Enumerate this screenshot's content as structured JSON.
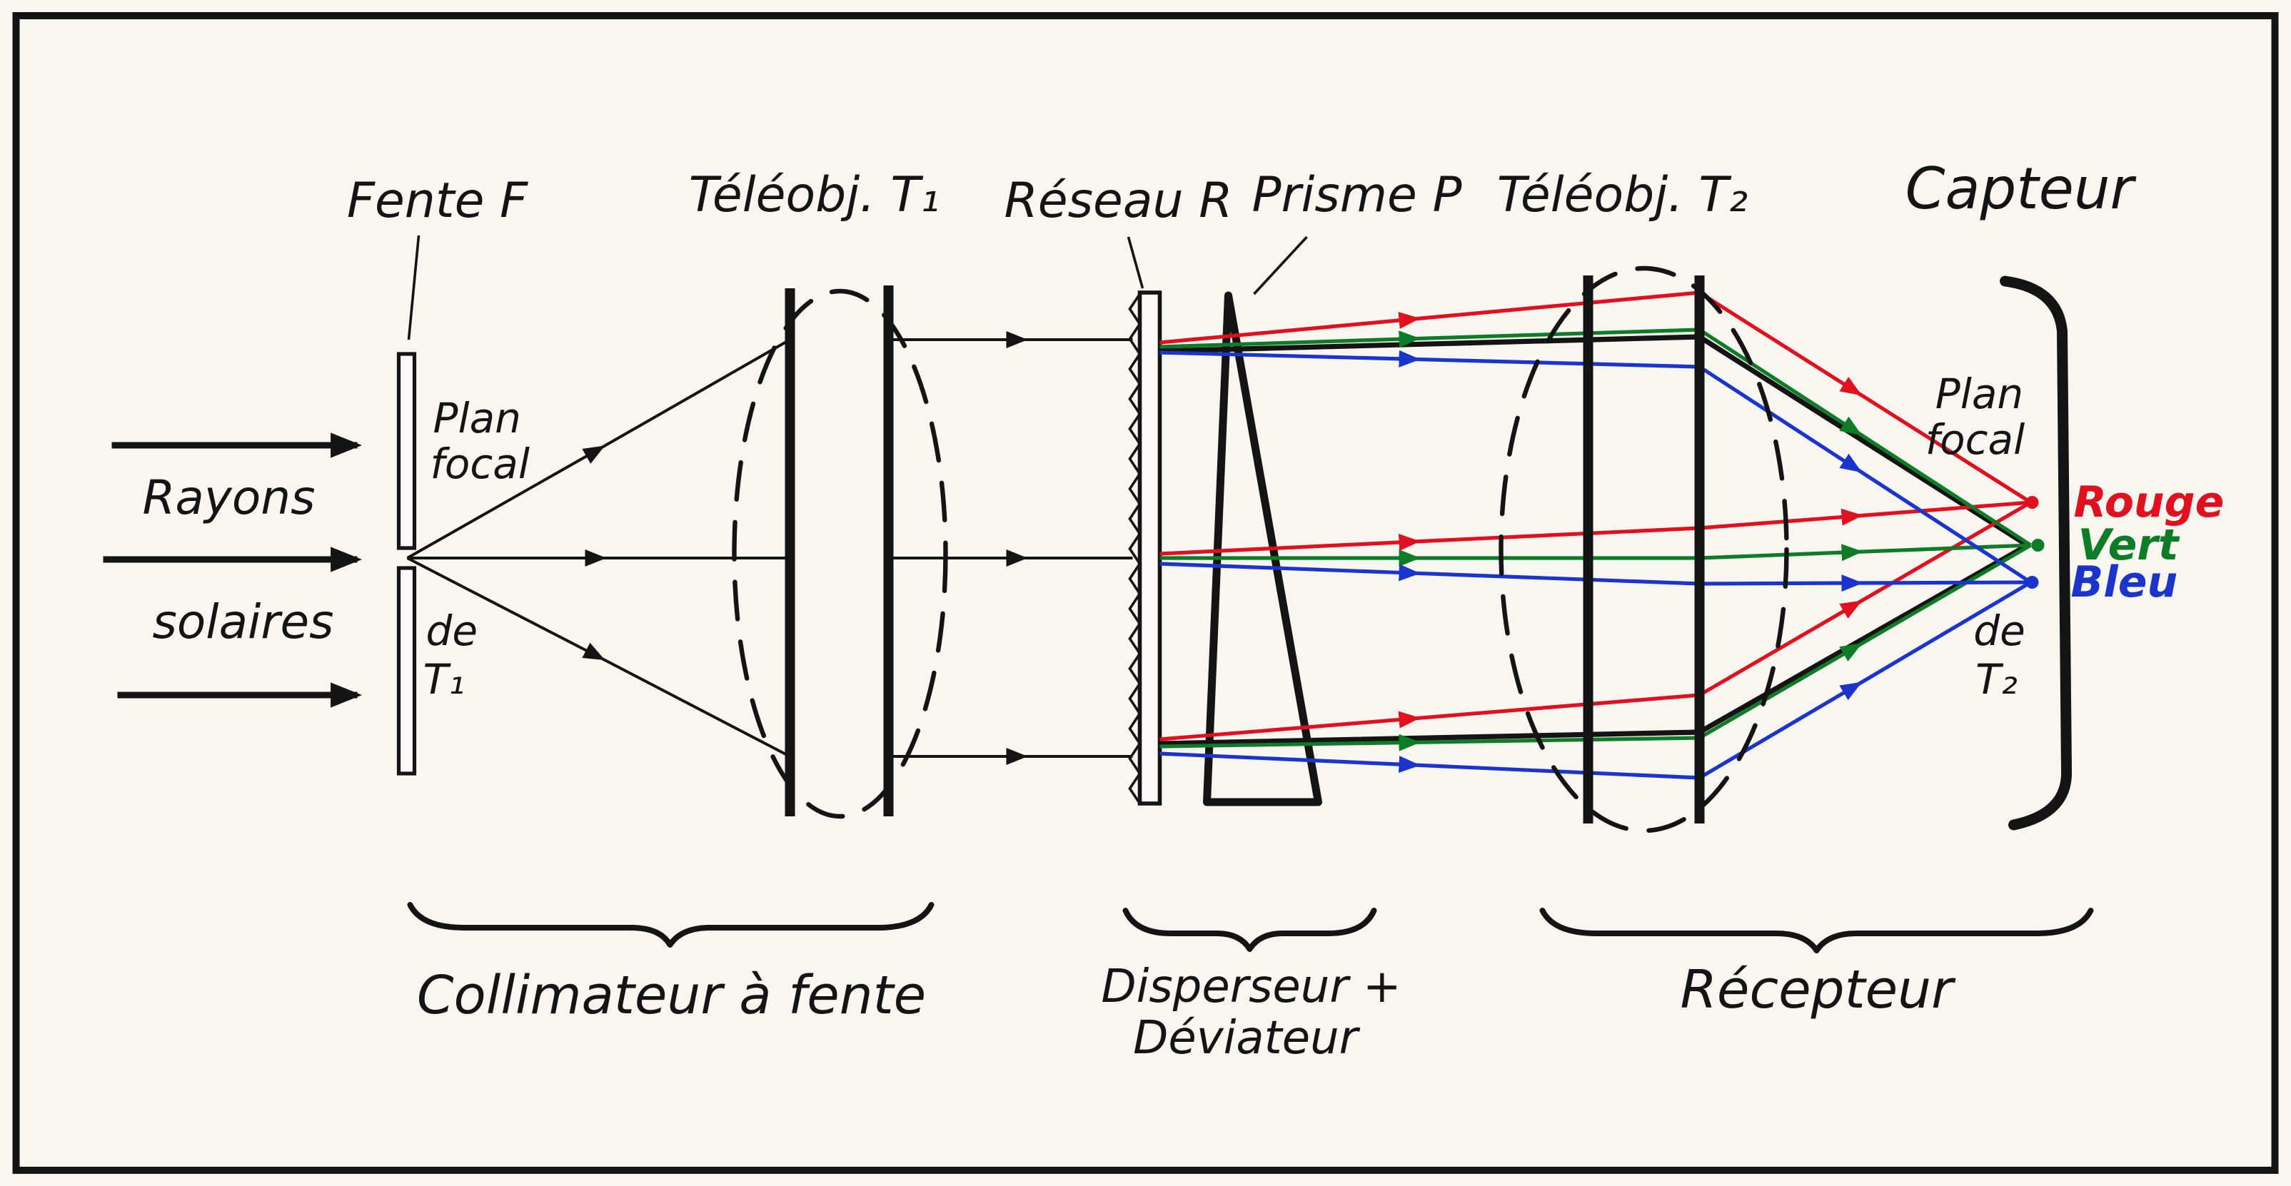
{
  "diagram": {
    "colors": {
      "ink": "#141414",
      "paper": "#f8f6f1",
      "red": "#e0101e",
      "green": "#0e7c26",
      "blue": "#1b35cc"
    },
    "top_labels": {
      "fente": "Fente F",
      "teleobj1": "Téléobj. T₁",
      "reseau": "Réseau R",
      "prisme": "Prisme P",
      "teleobj2": "Téléobj. T₂",
      "capteur": "Capteur"
    },
    "left": {
      "rayons": "Rayons",
      "solaires": "solaires"
    },
    "slit_plane": {
      "plan": "Plan",
      "focal": "focal",
      "de": "de",
      "t1": "T₁"
    },
    "sensor_plane": {
      "plan": "Plan",
      "focal": "focal",
      "de": "de",
      "t2": "T₂"
    },
    "spectrum": {
      "rouge": "Rouge",
      "vert": "Vert",
      "bleu": "Bleu"
    },
    "sections": {
      "collimateur": "Collimateur à fente",
      "disperseur_line1": "Disperseur +",
      "disperseur_line2": "Déviateur",
      "recepteur": "Récepteur"
    }
  }
}
